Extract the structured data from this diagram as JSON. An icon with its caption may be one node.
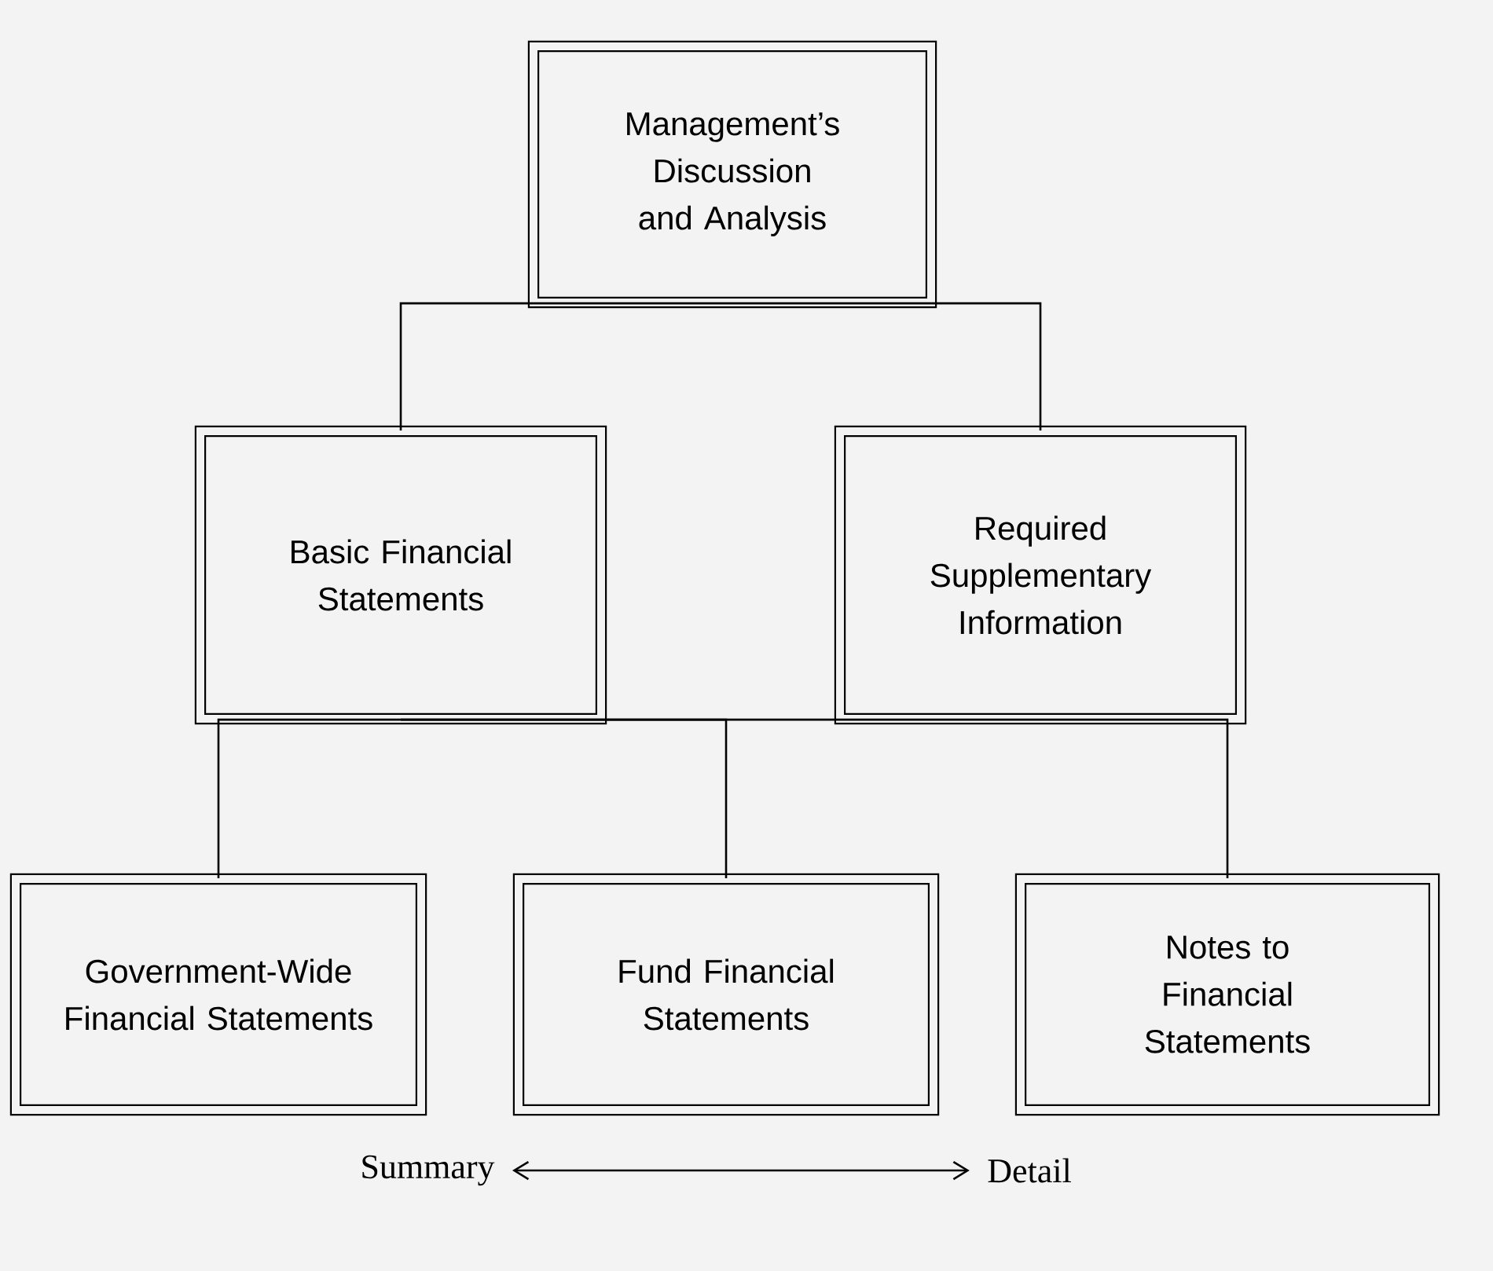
{
  "diagram": {
    "nodes": [
      {
        "text": [
          "Management’s Discussion and Analysis"
        ]
      },
      {
        "text": [
          "Basic Financial Statements"
        ]
      },
      {
        "text": [
          "Required Supplementary Information"
        ]
      },
      {
        "text": [
          "Government-Wide Financial Statements"
        ]
      },
      {
        "text": [
          "Fund Financial Statements"
        ]
      },
      {
        "text": [
          "Notes to Financial Statements"
        ]
      },
      {
        "text": [
          "Summary"
        ]
      },
      {
        "text": [
          "Detail"
        ]
      }
    ],
    "edges": [
      {
        "from": 0,
        "to": 1,
        "arrow": "none"
      },
      {
        "from": 0,
        "to": 2,
        "arrow": "none"
      },
      {
        "from": 1,
        "to": 3,
        "arrow": "none"
      },
      {
        "from": 1,
        "to": 4,
        "arrow": "none"
      },
      {
        "from": 1,
        "to": 5,
        "arrow": "none"
      },
      {
        "from": 6,
        "to": 7,
        "arrow": "both"
      }
    ]
  }
}
